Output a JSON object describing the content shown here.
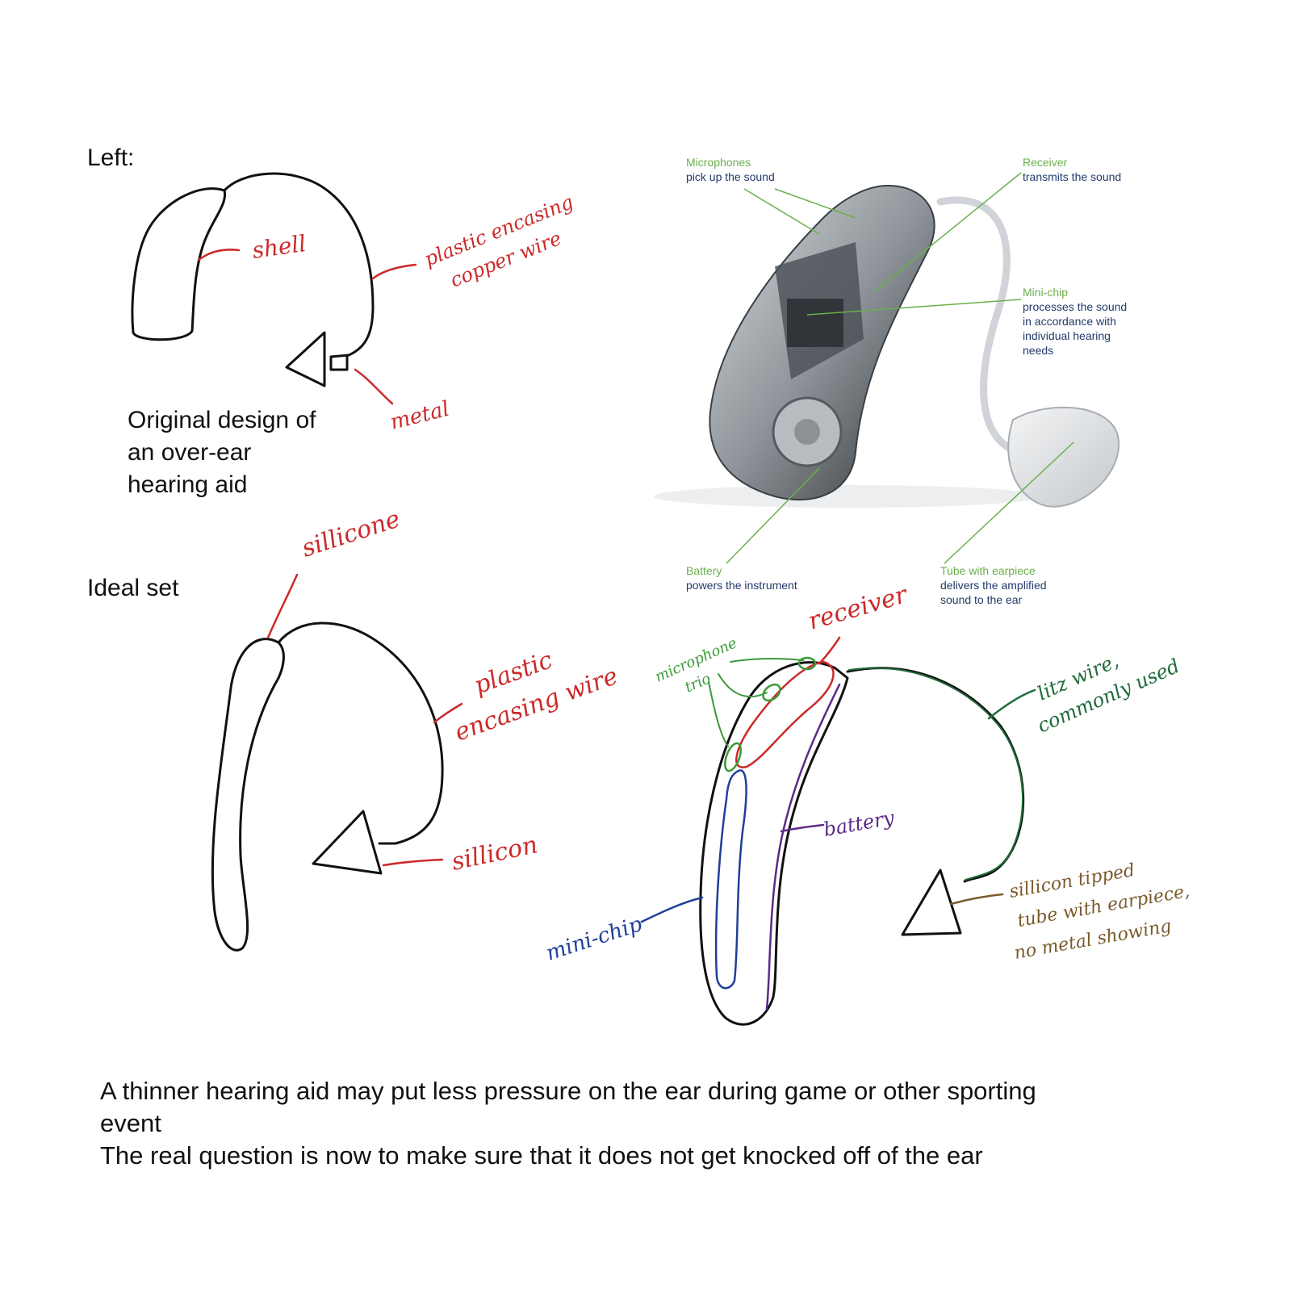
{
  "sections": {
    "left_heading": "Left:",
    "ideal_heading": "Ideal set"
  },
  "original_design": {
    "caption_lines": [
      "Original design of",
      "an over-ear",
      "hearing aid"
    ],
    "annotations": {
      "shell": "shell",
      "plastic_line1": "plastic encasing",
      "plastic_line2": "copper wire",
      "metal": "metal"
    }
  },
  "photo": {
    "microphones": {
      "title": "Microphones",
      "desc": "pick up the sound"
    },
    "receiver": {
      "title": "Receiver",
      "desc": "transmits the sound"
    },
    "minichip": {
      "title": "Mini-chip",
      "desc_lines": [
        "processes the sound",
        "in accordance with",
        "individual hearing",
        "needs"
      ]
    },
    "battery": {
      "title": "Battery",
      "desc": "powers the instrument"
    },
    "tube": {
      "title": "Tube with earpiece",
      "desc_lines": [
        "delivers the amplified",
        "sound to the ear"
      ]
    }
  },
  "ideal_design": {
    "annotations": {
      "silicone": "sillicone",
      "plastic_line1": "plastic",
      "plastic_line2": "encasing wire",
      "silicon": "sillicon"
    }
  },
  "ideal_internal": {
    "annotations": {
      "microphone_line1": "microphone",
      "microphone_line2": "trio",
      "receiver": "receiver",
      "litz_line1": "litz wire,",
      "litz_line2": "commonly used",
      "battery": "battery",
      "minichip": "mini-chip",
      "tip_line1": "sillicon tipped",
      "tip_line2": "tube with earpiece,",
      "tip_line3": "no metal showing"
    }
  },
  "notes": {
    "line1": "A thinner hearing aid may put less pressure on the ear during game or other sporting",
    "line2": "event",
    "line3": "The real question is now to make sure that it does not get knocked off of the ear"
  },
  "colors": {
    "red_ink": "#cc2a2a",
    "green_ink": "#3a9a3a",
    "dark_green_ink": "#1f6b3a",
    "blue_ink": "#1f3f9a",
    "purple_ink": "#5b2a8a",
    "brown_ink": "#7a5a2a",
    "photo_green": "#6ab04c",
    "photo_navy": "#233a6b"
  }
}
